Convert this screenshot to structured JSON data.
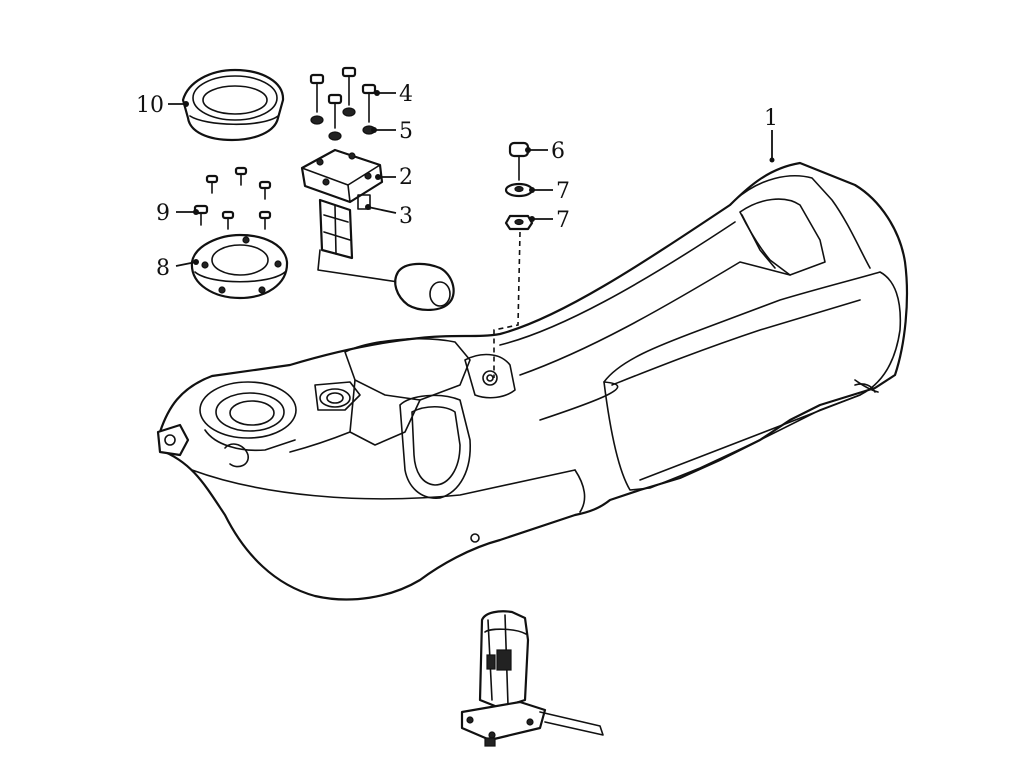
{
  "colors": {
    "line": "#111111",
    "background": "#ffffff"
  },
  "callouts": {
    "c1": "1",
    "c2": "2",
    "c3": "3",
    "c4": "4",
    "c5": "5",
    "c6": "6",
    "c7a": "7",
    "c7b": "7",
    "c8": "8",
    "c9": "9",
    "c10": "10"
  }
}
